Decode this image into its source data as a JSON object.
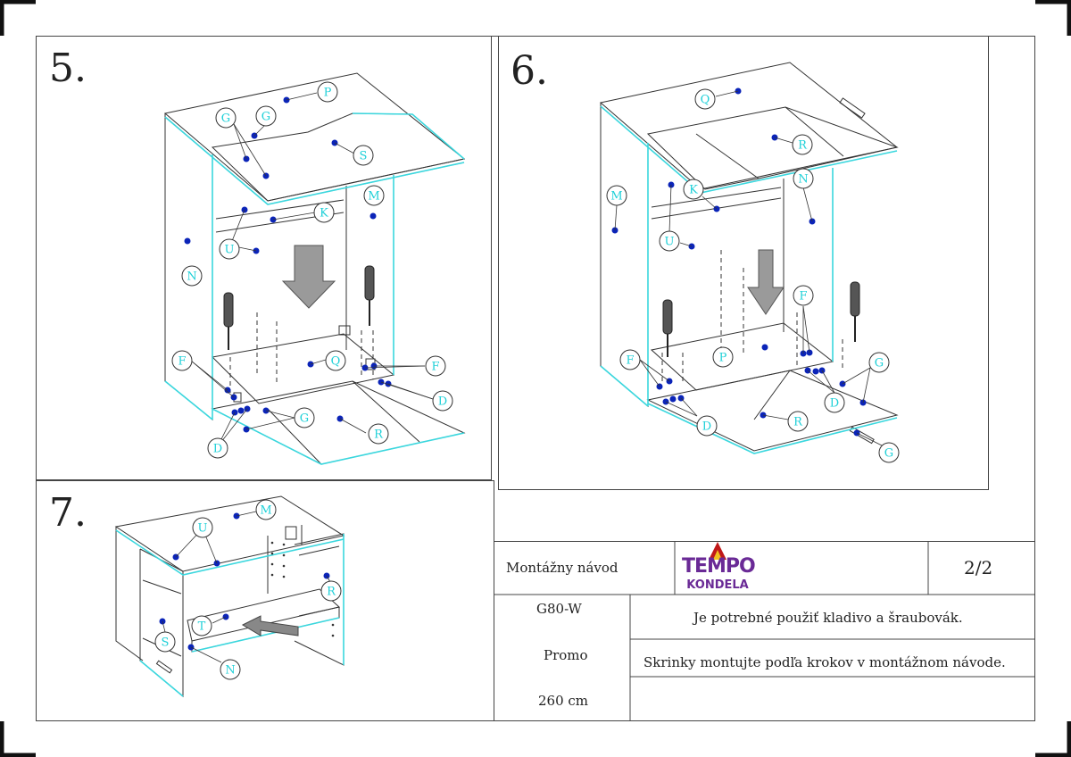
{
  "steps": [
    {
      "number": "5.",
      "labels": [
        "P",
        "G",
        "G",
        "S",
        "M",
        "K",
        "U",
        "N",
        "Q",
        "F",
        "F",
        "D",
        "D",
        "G",
        "R"
      ]
    },
    {
      "number": "6.",
      "labels": [
        "Q",
        "R",
        "M",
        "K",
        "N",
        "U",
        "F",
        "F",
        "P",
        "G",
        "D",
        "D",
        "R",
        "G"
      ]
    },
    {
      "number": "7.",
      "labels": [
        "U",
        "M",
        "R",
        "T",
        "S",
        "N"
      ]
    }
  ],
  "title_block": {
    "doc_type": "Montážny návod",
    "logo_top": "TEMPO",
    "logo_bottom": "KONDELA",
    "page": "2/2",
    "model": "G80-W",
    "series": "Promo",
    "width": "260 cm",
    "note1": "Je potrebné použiť kladivo a šraubovák.",
    "note2": "Skrinky montujte podľa krokov v montážnom návode."
  },
  "colors": {
    "edge_accent": "#3ad7de",
    "marker": "#0b24b8",
    "label": "#1fd0d8",
    "line": "#333333",
    "logo_red": "#c01818",
    "logo_purple": "#6a2a96",
    "logo_yellow": "#f0c020"
  }
}
